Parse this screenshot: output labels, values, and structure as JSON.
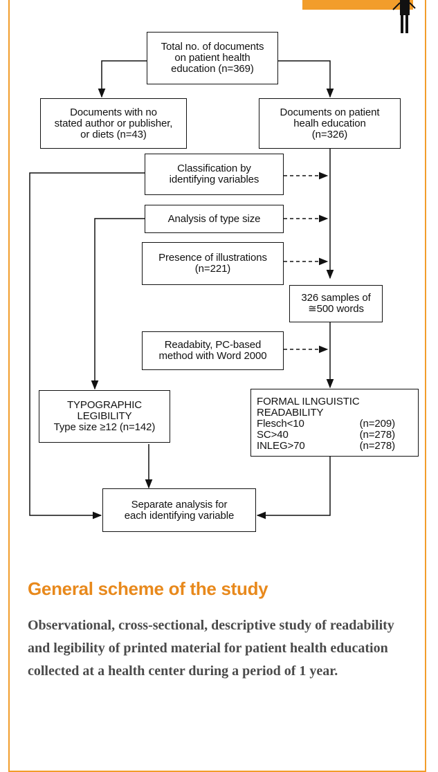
{
  "boxes": {
    "total": [
      "Total no. of documents",
      "on patient health",
      "education (n=369)"
    ],
    "no_author": [
      "Documents with no",
      "stated author or publisher,",
      "or diets (n=43)"
    ],
    "on_patient": [
      "Documents on patient",
      "healh education",
      "(n=326)"
    ],
    "classification": [
      "Classification by",
      "identifying variables"
    ],
    "type_size": [
      "Analysis of type size"
    ],
    "illustrations": [
      "Presence of illustrations",
      "(n=221)"
    ],
    "samples": [
      "326 samples of",
      "≅500 words"
    ],
    "readability_method": [
      "Readabity, PC-based",
      "method with Word 2000"
    ],
    "typographic": [
      "TYPOGRAPHIC",
      "LEGIBILITY",
      "Type size ≥12 (n=142)"
    ],
    "formal": {
      "heading": [
        "FORMAL ILNGUISTIC",
        "READABILITY"
      ],
      "rows": [
        {
          "label": "Flesch<10",
          "value": "(n=209)"
        },
        {
          "label": "SC>40",
          "value": "(n=278)"
        },
        {
          "label": "INLEG>70",
          "value": "(n=278)"
        }
      ]
    },
    "separate": [
      "Separate analysis for",
      "each identifying variable"
    ]
  },
  "caption": {
    "title": "General scheme of the study",
    "description": "Observational, cross-sectional, descriptive study of readability and legibility of printed material for patient health education collected at a health center during a period of 1 year."
  },
  "colors": {
    "accent": "#f29d2b",
    "title": "#e8891c",
    "text": "#4a4a4a",
    "line": "#111111"
  }
}
